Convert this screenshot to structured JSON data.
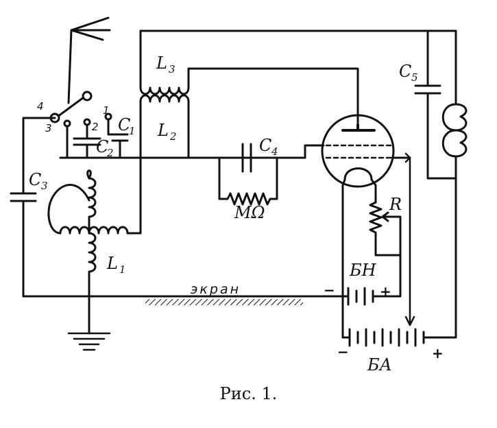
{
  "caption": "Рис. 1.",
  "labels": {
    "L1": "L",
    "L1_sub": "1",
    "L2": "L",
    "L2_sub": "2",
    "L3": "L",
    "L3_sub": "3",
    "C1": "C",
    "C1_sub": "1",
    "C2": "C",
    "C2_sub": "2",
    "C3": "C",
    "C3_sub": "3",
    "C4": "C",
    "C4_sub": "4",
    "C5": "C",
    "C5_sub": "5",
    "R": "R",
    "megohm": "MΩ",
    "screen": "экран",
    "battery_filament": "БН",
    "battery_anode": "БА",
    "switch_1": "1",
    "switch_2": "2",
    "switch_3": "3",
    "switch_4": "4",
    "minus": "−",
    "plus": "+"
  }
}
